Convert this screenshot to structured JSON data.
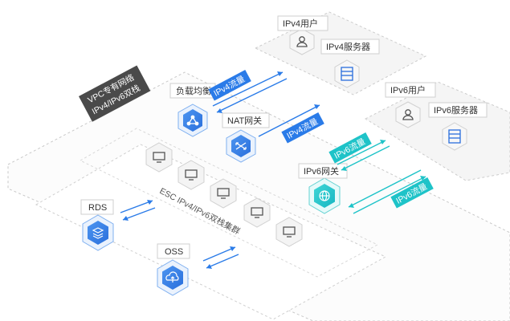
{
  "vpc": {
    "title_line1": "VPC专有网络",
    "title_line2": "IPv4/IPv6双栈"
  },
  "nodes": {
    "load_balancer": "负载均衡",
    "nat_gateway": "NAT网关",
    "ipv6_gateway": "IPv6网关",
    "rds": "RDS",
    "oss": "OSS",
    "ipv4_user": "IPv4用户",
    "ipv4_server": "IPv4服务器",
    "ipv6_user": "IPv6用户",
    "ipv6_server": "IPv6服务器"
  },
  "traffic": {
    "ipv4_flow_1": "IPv4流量",
    "ipv4_flow_2": "IPv4流量",
    "ipv6_flow_1": "IPv6流量",
    "ipv6_flow_2": "IPv6流量"
  },
  "cluster": {
    "label": "ESC IPv4/IPv6双栈集群"
  },
  "colors": {
    "blue": "#2a7be8",
    "cyan": "#1ec3c8",
    "dark": "#4a4a4a",
    "border_gray": "#c7c7c7"
  }
}
